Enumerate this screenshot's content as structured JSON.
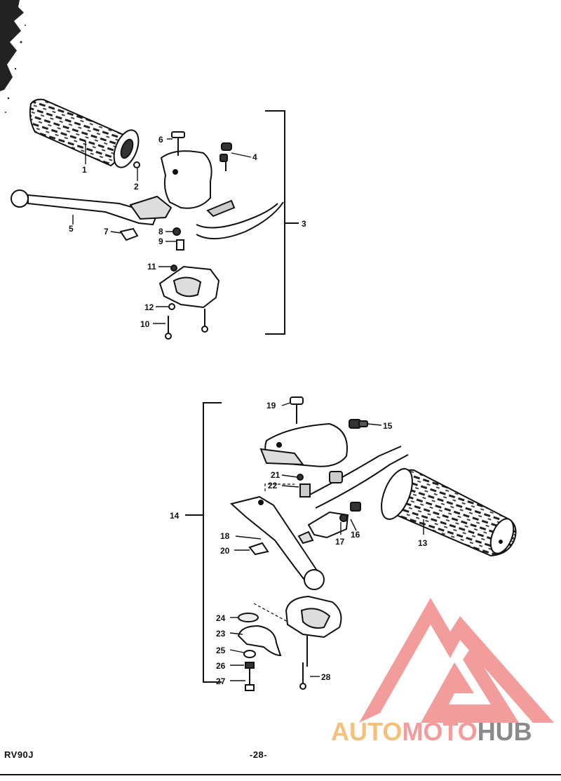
{
  "diagram": {
    "upper_assembly": {
      "part_labels": [
        "1",
        "2",
        "3",
        "4",
        "5",
        "6",
        "7",
        "8",
        "9",
        "10",
        "11",
        "12"
      ]
    },
    "lower_assembly": {
      "part_labels": [
        "13",
        "14",
        "15",
        "16",
        "17",
        "18",
        "19",
        "20",
        "21",
        "22",
        "23",
        "24",
        "25",
        "26",
        "27",
        "28"
      ]
    }
  },
  "footer": {
    "model_code": "RV90J",
    "page_number": "-28-"
  },
  "watermark": {
    "text_part1": "AUTO",
    "text_part2": "MOTO",
    "text_part3": "HUB",
    "colors": {
      "light": "#f7c07a",
      "pink": "#f49b9b",
      "dark": "#8a8a8a",
      "logo": "#f28b8b"
    }
  }
}
